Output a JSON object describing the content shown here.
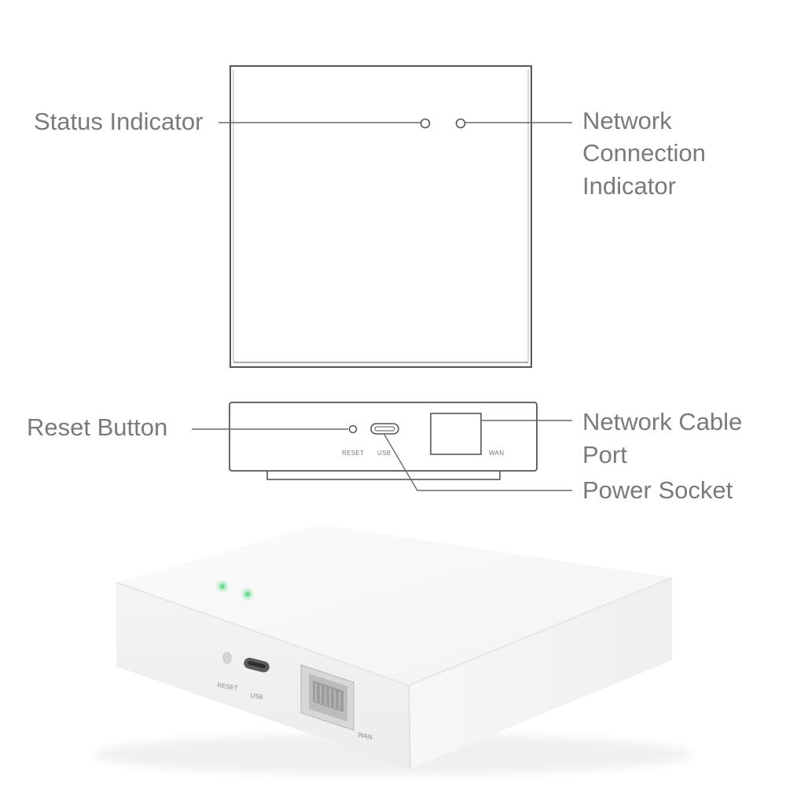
{
  "callouts": {
    "status_indicator": "Status Indicator",
    "network_connection_indicator": [
      "Network",
      "Connection",
      "Indicator"
    ],
    "reset_button": "Reset Button",
    "network_cable_port": [
      "Network Cable",
      "Port"
    ],
    "power_socket": "Power Socket"
  },
  "port_labels": {
    "reset": "RESET",
    "usb": "USB",
    "wan": "WAN"
  },
  "colors": {
    "callout_text": "#7a7a7a",
    "outline": "#555555",
    "led_glow": "#7fe3a0"
  },
  "icons": [
    "status-led-icon",
    "network-led-icon",
    "reset-pinhole-icon",
    "usb-port-icon",
    "ethernet-port-icon"
  ]
}
